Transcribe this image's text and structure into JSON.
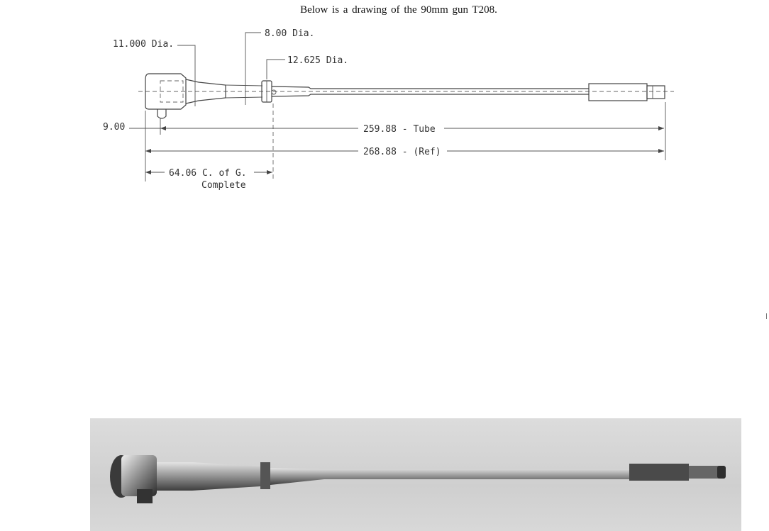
{
  "heading": "Below is a drawing of the 90mm gun T208.",
  "dimensions": {
    "breech_dia": "11.000 Dia.",
    "tube_dia": "8.00 Dia.",
    "collar_dia": "12.625 Dia.",
    "breech_offset": "9.00",
    "tube_length": "259.88 - Tube",
    "ref_length": "268.88 - (Ref)",
    "cog_line1": "64.06 C. of G.",
    "cog_line2": "Complete"
  }
}
